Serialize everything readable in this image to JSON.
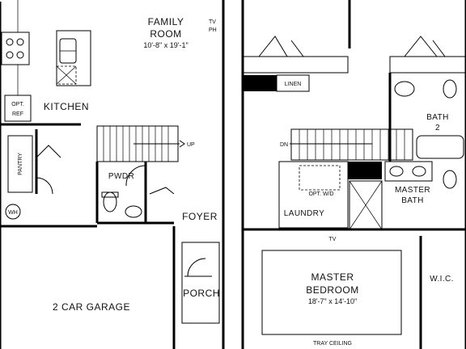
{
  "labels": {
    "family_room": "FAMILY",
    "family_room_2": "ROOM",
    "family_room_dim": "10'-8\" x 19'-1\"",
    "tv_top": "TV",
    "ph_top": "PH",
    "kitchen": "KITCHEN",
    "opt_ref_1": "OPT.",
    "opt_ref_2": "REF",
    "pantry": "PANTRY",
    "pwdr": "PWDR",
    "up": "UP",
    "foyer": "FOYER",
    "wh": "WH",
    "garage": "2 CAR GARAGE",
    "porch": "PORCH",
    "linen": "LINEN",
    "bath2_1": "BATH",
    "bath2_2": "2",
    "dn": "DN",
    "opt_wd": "OPT. W/D",
    "master_bath_1": "MASTER",
    "master_bath_2": "BATH",
    "laundry": "LAUNDRY",
    "tv_bedroom": "TV",
    "master_bedroom_1": "MASTER",
    "master_bedroom_2": "BEDROOM",
    "master_bedroom_dim": "18'-7\" x 14'-10\"",
    "wic": "W.I.C.",
    "tray_ceiling": "TRAY CEILING"
  }
}
